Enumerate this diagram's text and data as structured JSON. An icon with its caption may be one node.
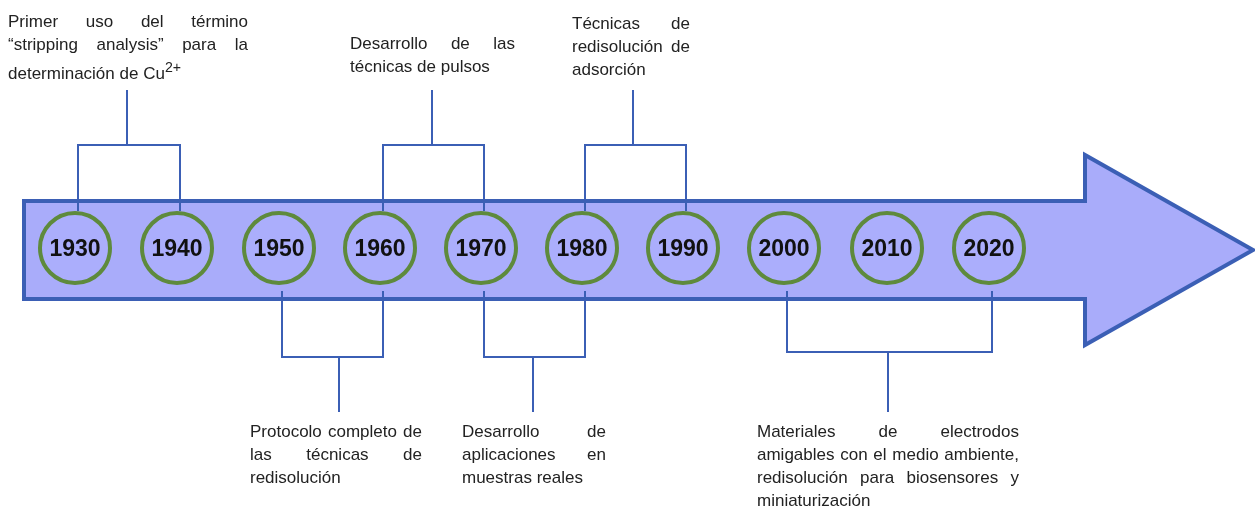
{
  "diagram": {
    "nodes": [
      {
        "text": [],
        "shape": "arrow"
      },
      {
        "text": [
          "1930"
        ],
        "in": 0
      },
      {
        "text": [
          "1940"
        ],
        "in": 0
      },
      {
        "text": [
          "1950"
        ],
        "in": 0
      },
      {
        "text": [
          "1960"
        ],
        "in": 0
      },
      {
        "text": [
          "1970"
        ],
        "in": 0
      },
      {
        "text": [
          "1980"
        ],
        "in": 0
      },
      {
        "text": [
          "1990"
        ],
        "in": 0
      },
      {
        "text": [
          "2000"
        ],
        "in": 0
      },
      {
        "text": [
          "2010"
        ],
        "in": 0
      },
      {
        "text": [
          "2020"
        ],
        "in": 0
      },
      {
        "text": [
          "Primer uso del término “stripping analysis” para la determinación de Cu$^{2+}$"
        ]
      },
      {
        "text": [
          "Desarrollo de las técnicas de pulsos"
        ]
      },
      {
        "text": [
          "Técnicas de redisolución de adsorción"
        ]
      },
      {
        "text": [
          "Protocolo completo de las técnicas de redisolución"
        ]
      },
      {
        "text": [
          "Desarrollo de aplicaciones en muestras reales"
        ]
      },
      {
        "text": [
          "Materiales de electrodos amigables con el medio ambiente, redisolución para biosensores y miniaturización"
        ]
      }
    ],
    "edges": [
      {
        "from": 11,
        "to": 1,
        "arrow": "none"
      },
      {
        "from": 11,
        "to": 2,
        "arrow": "none"
      },
      {
        "from": 12,
        "to": 4,
        "arrow": "none"
      },
      {
        "from": 12,
        "to": 5,
        "arrow": "none"
      },
      {
        "from": 13,
        "to": 6,
        "arrow": "none"
      },
      {
        "from": 13,
        "to": 7,
        "arrow": "none"
      },
      {
        "from": 14,
        "to": 3,
        "arrow": "none"
      },
      {
        "from": 14,
        "to": 4,
        "arrow": "none"
      },
      {
        "from": 15,
        "to": 5,
        "arrow": "none"
      },
      {
        "from": 15,
        "to": 6,
        "arrow": "none"
      },
      {
        "from": 16,
        "to": 8,
        "arrow": "none"
      },
      {
        "from": 16,
        "to": 10,
        "arrow": "none"
      }
    ]
  }
}
